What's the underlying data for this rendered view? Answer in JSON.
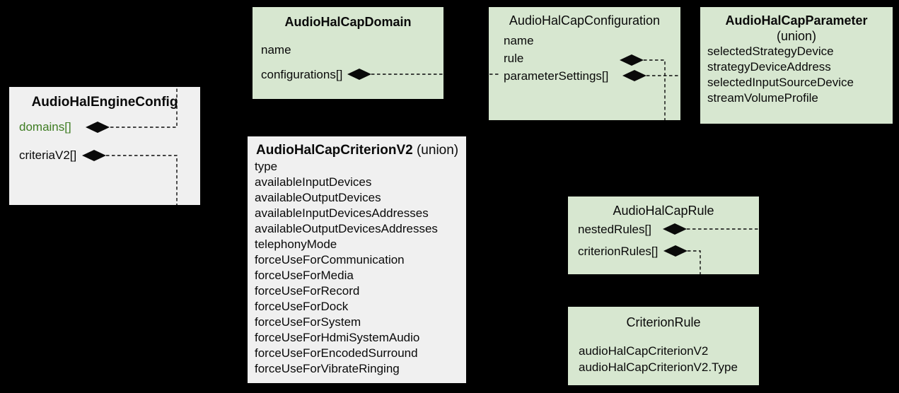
{
  "colors": {
    "background": "#000000",
    "box_green": "#d7e7d0",
    "box_gray": "#f0f0f0",
    "text": "#0a0a0a",
    "accent_green": "#3f7d23"
  },
  "boxes": {
    "engine": {
      "title": "AudioHalEngineConfig",
      "domains_label": "domains[]",
      "criteria_label": "criteriaV2[]"
    },
    "domain": {
      "title": "AudioHalCapDomain",
      "name_label": "name",
      "configurations_label": "configurations[]"
    },
    "configuration": {
      "title": "AudioHalCapConfiguration",
      "name_label": "name",
      "rule_label": "rule",
      "parameter_settings_label": "parameterSettings[]"
    },
    "parameter": {
      "title": "AudioHalCapParameter",
      "subtitle": "(union)",
      "fields": [
        "selectedStrategyDevice",
        "strategyDeviceAddress",
        "selectedInputSourceDevice",
        "streamVolumeProfile"
      ]
    },
    "criterion_v2": {
      "title": "AudioHalCapCriterionV2",
      "subtitle": " (union)",
      "fields": [
        "type",
        "availableInputDevices",
        "availableOutputDevices",
        "availableInputDevicesAddresses",
        "availableOutputDevicesAddresses",
        "telephonyMode",
        "forceUseForCommunication",
        "forceUseForMedia",
        "forceUseForRecord",
        "forceUseForDock",
        "forceUseForSystem",
        "forceUseForHdmiSystemAudio",
        "forceUseForEncodedSurround",
        "forceUseForVibrateRinging"
      ]
    },
    "rule": {
      "title": "AudioHalCapRule",
      "nested_rules_label": "nestedRules[]",
      "criterion_rules_label": "criterionRules[]"
    },
    "criterion_rule": {
      "title": "CriterionRule",
      "fields": [
        "audioHalCapCriterionV2",
        "audioHalCapCriterionV2.Type"
      ]
    }
  }
}
